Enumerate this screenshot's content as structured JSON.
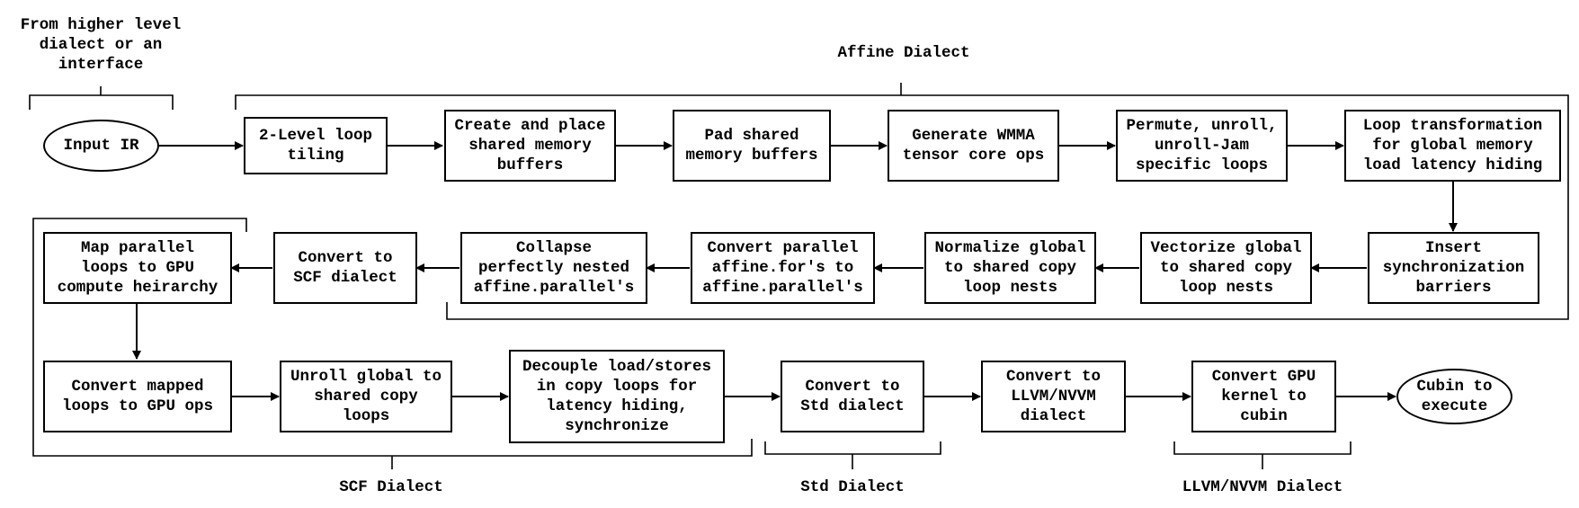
{
  "labels": {
    "source": "From higher level\ndialect or an\ninterface",
    "affine_dialect": "Affine Dialect",
    "scf_dialect": "SCF Dialect",
    "std_dialect": "Std Dialect",
    "llvm_dialect": "LLVM/NVVM Dialect"
  },
  "nodes": {
    "input_ir": "Input IR",
    "two_level_tiling": "2-Level loop\ntiling",
    "create_shared_buffers": "Create and place\nshared memory\nbuffers",
    "pad_shared_buffers": "Pad shared\nmemory buffers",
    "generate_wmma": "Generate WMMA\ntensor core ops",
    "permute_unroll": "Permute, unroll,\nunroll-Jam\nspecific loops",
    "loop_transformation": "Loop transformation\nfor global memory\nload latency hiding",
    "insert_sync": "Insert\nsynchronization\nbarriers",
    "vectorize_copy": "Vectorize global\nto shared copy\nloop nests",
    "normalize_copy": "Normalize global\nto shared copy\nloop nests",
    "convert_parallel": "Convert parallel\naffine.for's to\naffine.parallel's",
    "collapse_nested": "Collapse\nperfectly nested\naffine.parallel's",
    "convert_scf": "Convert to\nSCF dialect",
    "map_parallel": "Map parallel\nloops to GPU\ncompute heirarchy",
    "convert_mapped": "Convert mapped\nloops to GPU ops",
    "unroll_copy": "Unroll global to\nshared copy\nloops",
    "decouple": "Decouple load/stores\nin copy loops for\nlatency hiding,\nsynchronize",
    "convert_std": "Convert to\nStd dialect",
    "convert_llvm": "Convert to\nLLVM/NVVM\ndialect",
    "convert_cubin": "Convert GPU\nkernel to\ncubin",
    "cubin_execute": "Cubin to\nexecute"
  }
}
